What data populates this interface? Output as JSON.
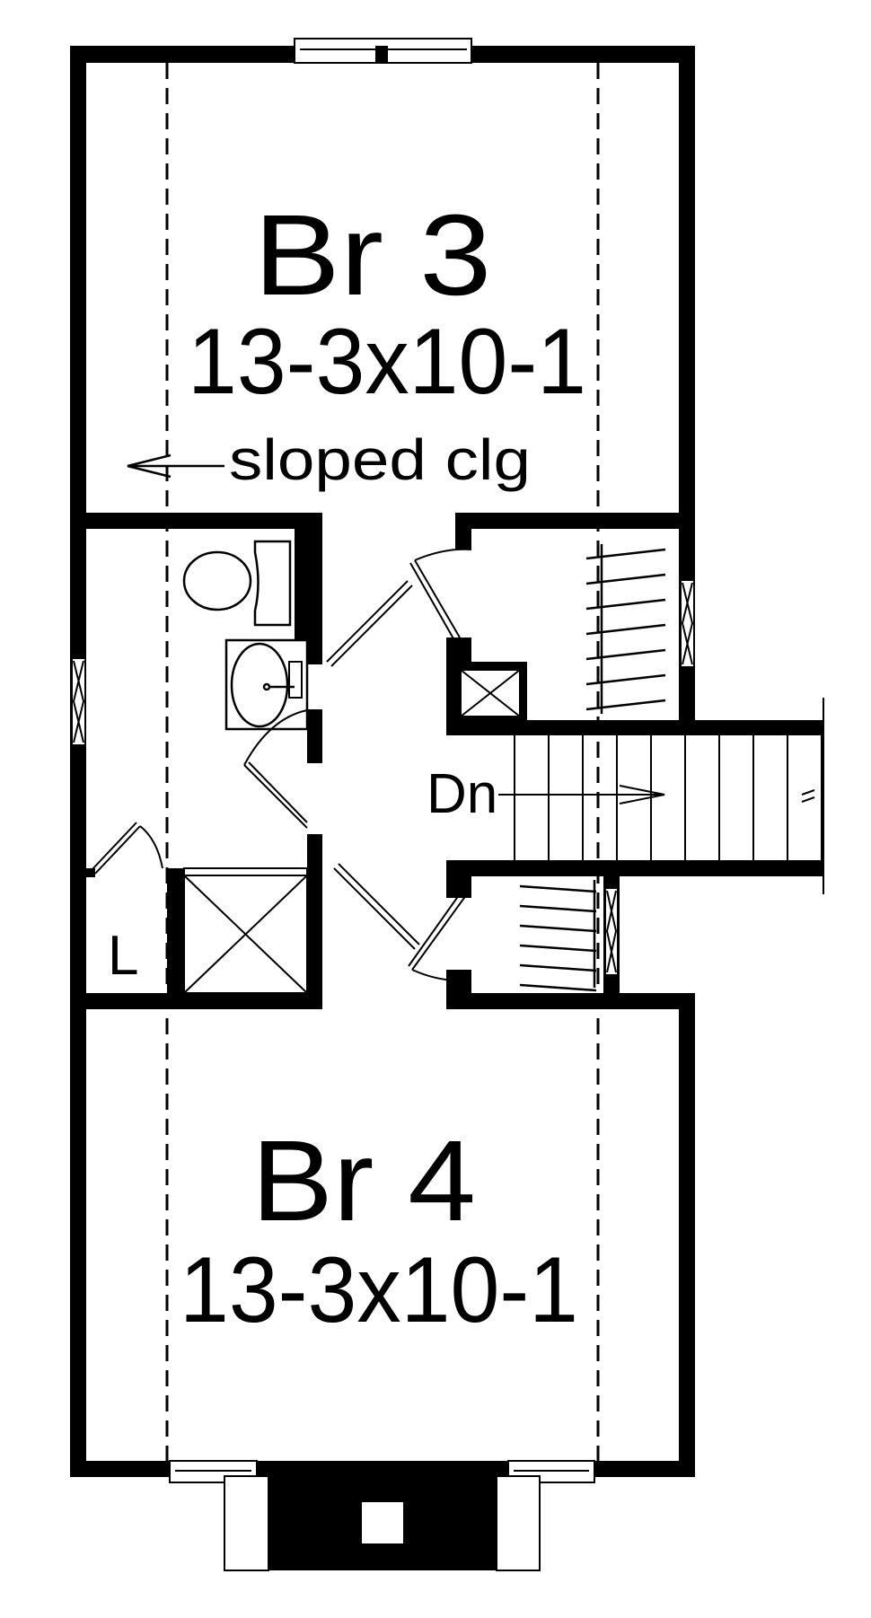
{
  "plan": {
    "rooms": [
      {
        "name": "Br 3",
        "dimensions": "13-3x10-1",
        "note": "sloped clg"
      },
      {
        "name": "Br 4",
        "dimensions": "13-3x10-1"
      }
    ],
    "stairs_label": "Dn",
    "linen_label": "L"
  },
  "colors": {
    "line": "#000000",
    "background": "#ffffff"
  }
}
